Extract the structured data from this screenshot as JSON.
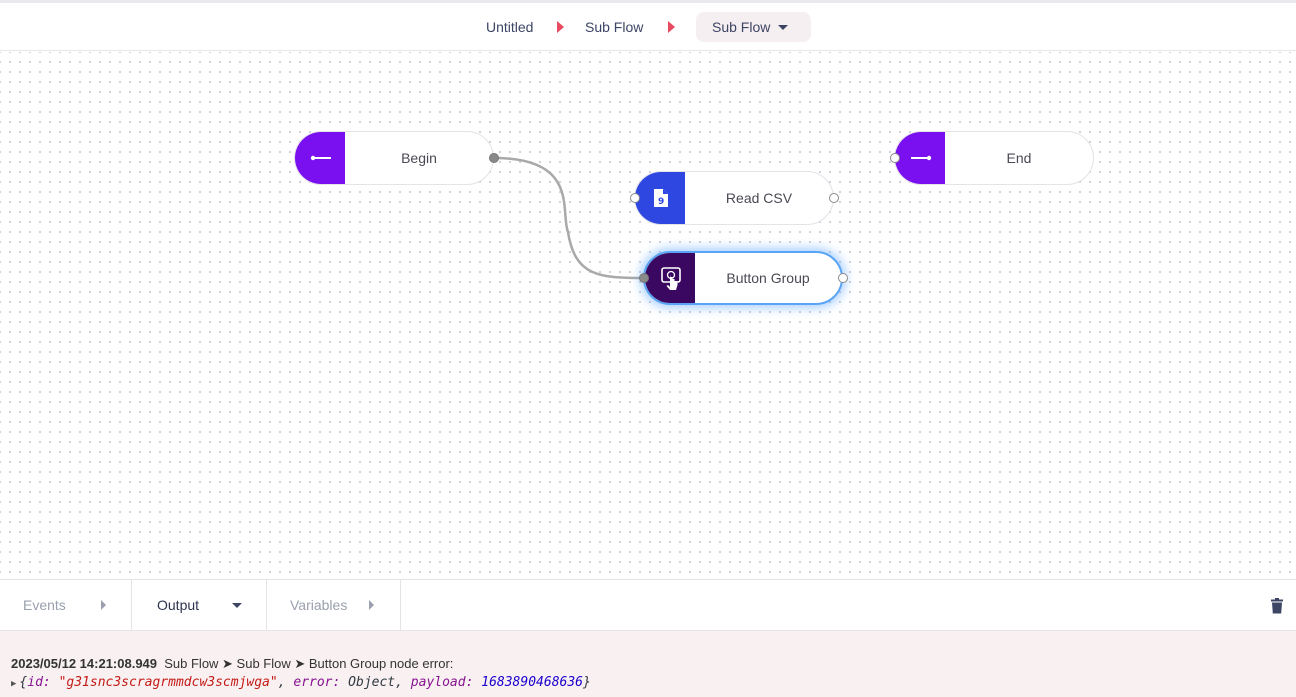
{
  "breadcrumb": {
    "items": [
      "Untitled",
      "Sub Flow"
    ],
    "current": "Sub Flow"
  },
  "nodes": [
    {
      "label": "Begin",
      "icon": "begin-line-icon",
      "color": "#7a0ff0"
    },
    {
      "label": "Read CSV",
      "icon": "file-icon",
      "color": "#2d47e0"
    },
    {
      "label": "End",
      "icon": "end-line-icon",
      "color": "#7a0ff0"
    },
    {
      "label": "Button Group",
      "icon": "touch-screen-icon",
      "color": "#3a0860",
      "selected": true
    }
  ],
  "panel": {
    "tabs": [
      {
        "label": "Events",
        "active": false
      },
      {
        "label": "Output",
        "active": true
      },
      {
        "label": "Variables",
        "active": false
      }
    ],
    "clear_icon": "trash-icon"
  },
  "log": {
    "timestamp": "2023/05/12 14:21:08.949",
    "message": "Sub Flow ➤ Sub Flow ➤ Button Group node error:",
    "object": {
      "open": "{",
      "id_key": "id: ",
      "id_val": "\"g31snc3scragrmmdcw3scmjwga\"",
      "error_key": "error: ",
      "error_val": "Object",
      "payload_key": "payload: ",
      "payload_val": "1683890468636",
      "close": "}"
    }
  }
}
